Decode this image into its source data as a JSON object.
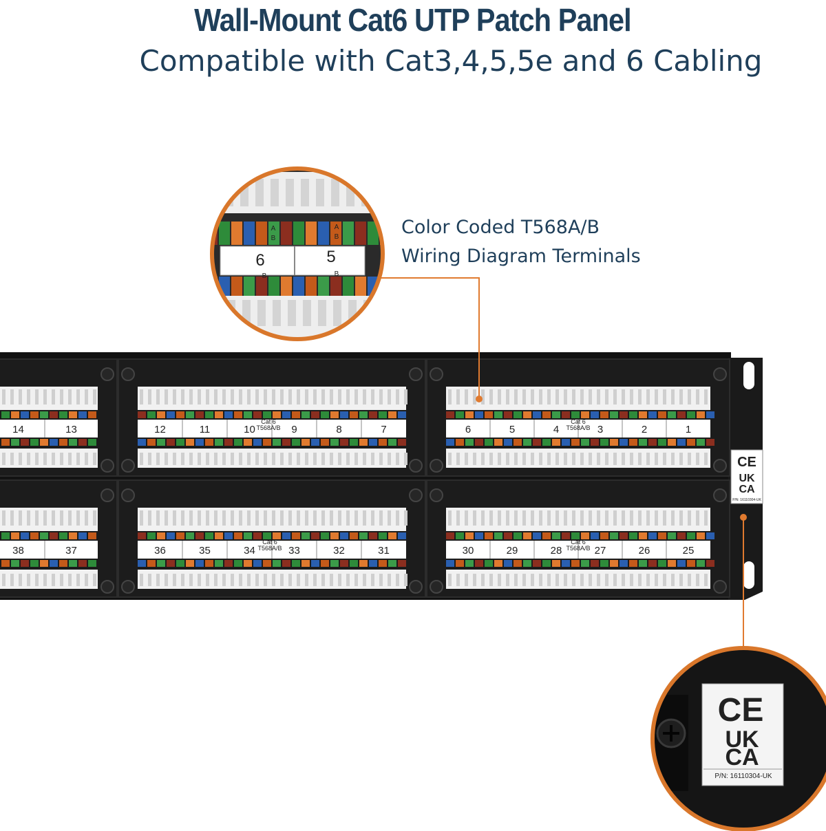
{
  "header": {
    "title": "Wall-Mount Cat6 UTP Patch Panel",
    "subtitle": "Compatible with Cat3,4,5,5e and 6 Cabling"
  },
  "callout_wiring": {
    "line1": "Color Coded T568A/B",
    "line2": "Wiring Diagram Terminals",
    "zoom_port_left": "6",
    "zoom_port_right": "5",
    "zoom_code_a": "A",
    "zoom_code_b": "B"
  },
  "panel": {
    "cat_label_line1": "Cat 6",
    "cat_label_line2": "T568A/B",
    "top_row": {
      "partial_module": [
        "14",
        "13"
      ],
      "middle_module": [
        "12",
        "11",
        "10",
        "9",
        "8",
        "7"
      ],
      "right_module": [
        "6",
        "5",
        "4",
        "3",
        "2",
        "1"
      ]
    },
    "bottom_row": {
      "partial_module": [
        "38",
        "37"
      ],
      "middle_module": [
        "36",
        "35",
        "34",
        "33",
        "32",
        "31"
      ],
      "right_module": [
        "30",
        "29",
        "28",
        "27",
        "26",
        "25"
      ]
    }
  },
  "compliance_label": {
    "ce": "CE",
    "ukca_line1": "UK",
    "ukca_line2": "CA",
    "part_number": "P/N: 16110304-UK"
  },
  "colors": {
    "heading": "#1f3f5a",
    "callout_ring": "#d9772b",
    "panel_body": "#121212"
  }
}
